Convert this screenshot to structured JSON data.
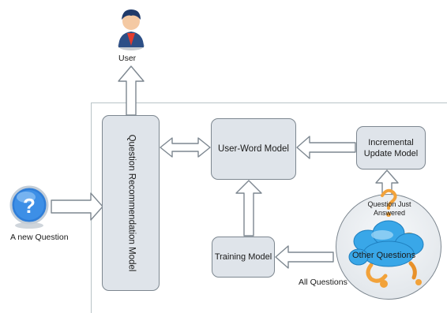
{
  "title": "",
  "nodes": {
    "user": "User",
    "question_recommendation_model": "Question Recommendation Model",
    "user_word_model": "User-Word Model",
    "incremental_update_model": "Incremental Update Model",
    "training_model": "Training Model",
    "new_question": "A new Question",
    "all_questions": "All Questions",
    "question_just_answered": "Question Just Answered",
    "other_questions": "Other Questions"
  },
  "colors": {
    "box_fill": "#dfe4ea",
    "box_stroke": "#7d8790",
    "arrow_fill": "#ffffff",
    "icon_blue": "#2f7ed8",
    "cloud_blue": "#39a7e8",
    "accent_orange": "#f2a23a"
  },
  "icons": [
    "user-icon",
    "question-icon",
    "cloud-icon"
  ]
}
